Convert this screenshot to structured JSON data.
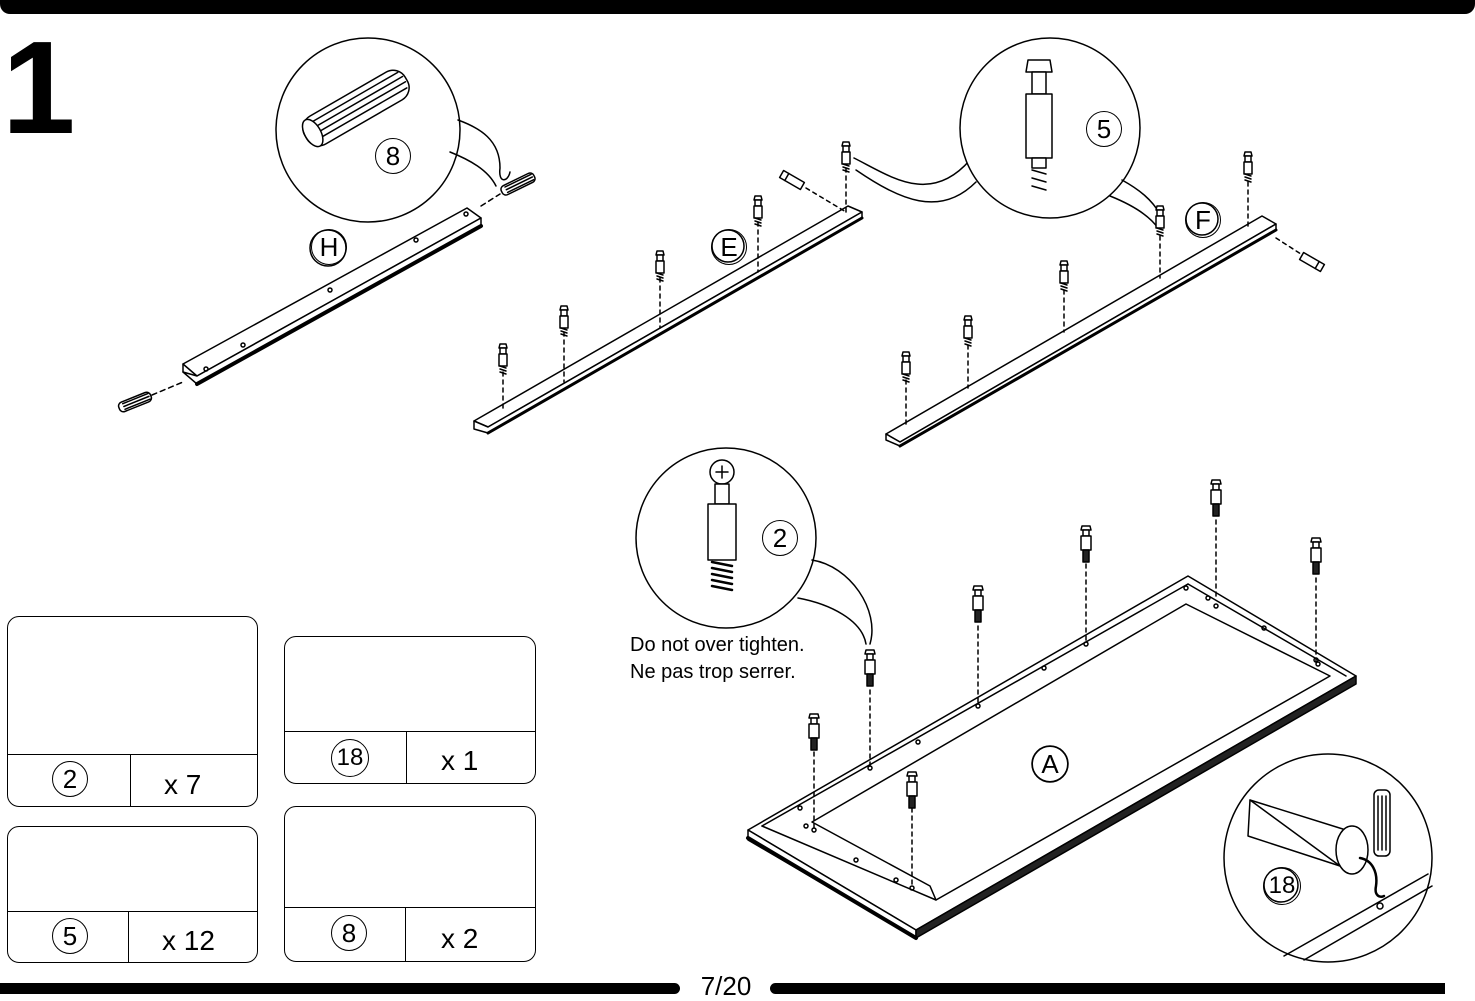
{
  "step": {
    "number": "1"
  },
  "page": {
    "label": "7/20"
  },
  "panel_labels": {
    "h": "H",
    "e": "E",
    "f": "F",
    "a": "A"
  },
  "callouts": {
    "dowel": "8",
    "cam_bolt_e": "5",
    "cam_bolt_a": "2",
    "glue": "18"
  },
  "note": {
    "line1": "Do not over tighten.",
    "line2": "Ne pas trop serrer."
  },
  "hardware": [
    {
      "id": "2",
      "qty": "x 7"
    },
    {
      "id": "18",
      "qty": "x 1"
    },
    {
      "id": "5",
      "qty": "x 12"
    },
    {
      "id": "8",
      "qty": "x 2"
    }
  ]
}
